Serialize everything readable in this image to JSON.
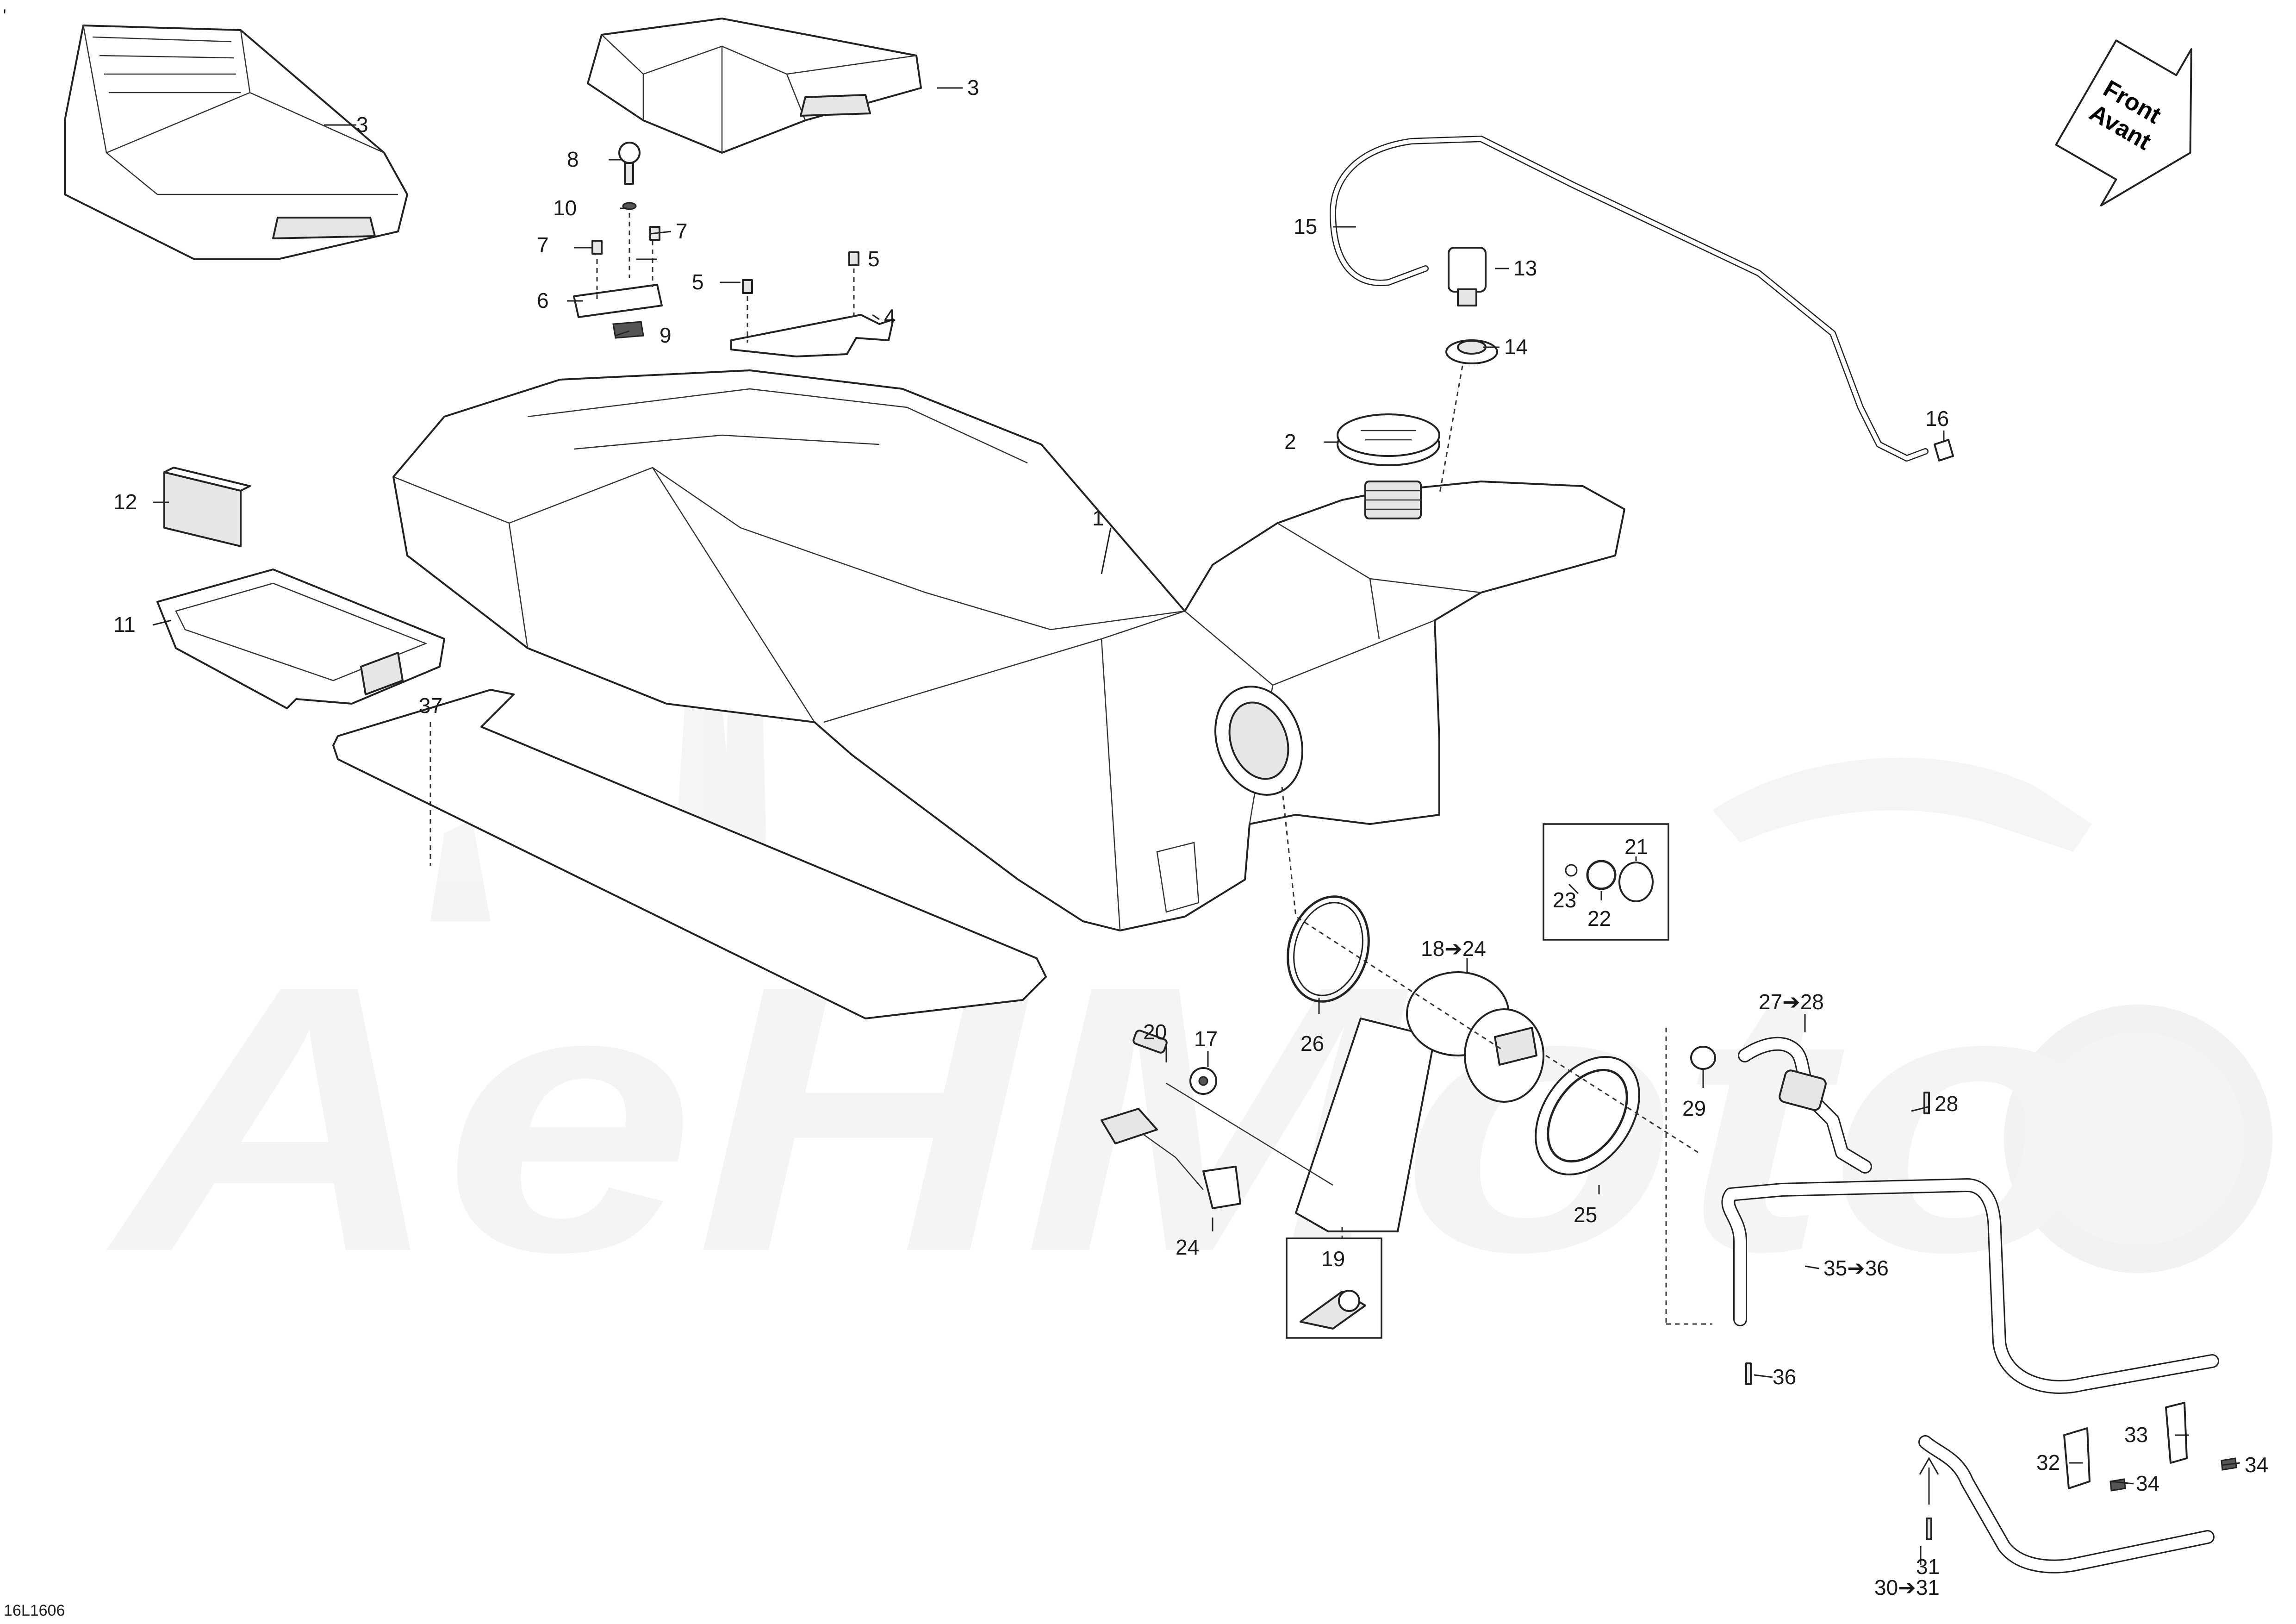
{
  "doc_mark": "'",
  "figure_code": "16L1606",
  "watermark_text": "AeHMoto",
  "front_arrow": {
    "line1": "Front",
    "line2": "Avant"
  },
  "callouts": [
    {
      "id": "c1",
      "text": "1"
    },
    {
      "id": "c2",
      "text": "2"
    },
    {
      "id": "c3a",
      "text": "3"
    },
    {
      "id": "c3b",
      "text": "3"
    },
    {
      "id": "c4",
      "text": "4"
    },
    {
      "id": "c5a",
      "text": "5"
    },
    {
      "id": "c5b",
      "text": "5"
    },
    {
      "id": "c6",
      "text": "6"
    },
    {
      "id": "c7a",
      "text": "7"
    },
    {
      "id": "c7b",
      "text": "7"
    },
    {
      "id": "c8",
      "text": "8"
    },
    {
      "id": "c9",
      "text": "9"
    },
    {
      "id": "c10",
      "text": "10"
    },
    {
      "id": "c11",
      "text": "11"
    },
    {
      "id": "c12",
      "text": "12"
    },
    {
      "id": "c13",
      "text": "13"
    },
    {
      "id": "c14",
      "text": "14"
    },
    {
      "id": "c15",
      "text": "15"
    },
    {
      "id": "c16",
      "text": "16"
    },
    {
      "id": "c17",
      "text": "17"
    },
    {
      "id": "c18",
      "text": "18➔24"
    },
    {
      "id": "c19",
      "text": "19"
    },
    {
      "id": "c20",
      "text": "20"
    },
    {
      "id": "c21",
      "text": "21"
    },
    {
      "id": "c22",
      "text": "22"
    },
    {
      "id": "c23",
      "text": "23"
    },
    {
      "id": "c24",
      "text": "24"
    },
    {
      "id": "c25",
      "text": "25"
    },
    {
      "id": "c26",
      "text": "26"
    },
    {
      "id": "c27",
      "text": "27➔28"
    },
    {
      "id": "c28",
      "text": "28"
    },
    {
      "id": "c29",
      "text": "29"
    },
    {
      "id": "c30",
      "text": "30➔31"
    },
    {
      "id": "c31",
      "text": "31"
    },
    {
      "id": "c32",
      "text": "32"
    },
    {
      "id": "c33",
      "text": "33"
    },
    {
      "id": "c34a",
      "text": "34"
    },
    {
      "id": "c34b",
      "text": "34"
    },
    {
      "id": "c35",
      "text": "35➔36"
    },
    {
      "id": "c36",
      "text": "36"
    },
    {
      "id": "c37",
      "text": "37"
    }
  ]
}
